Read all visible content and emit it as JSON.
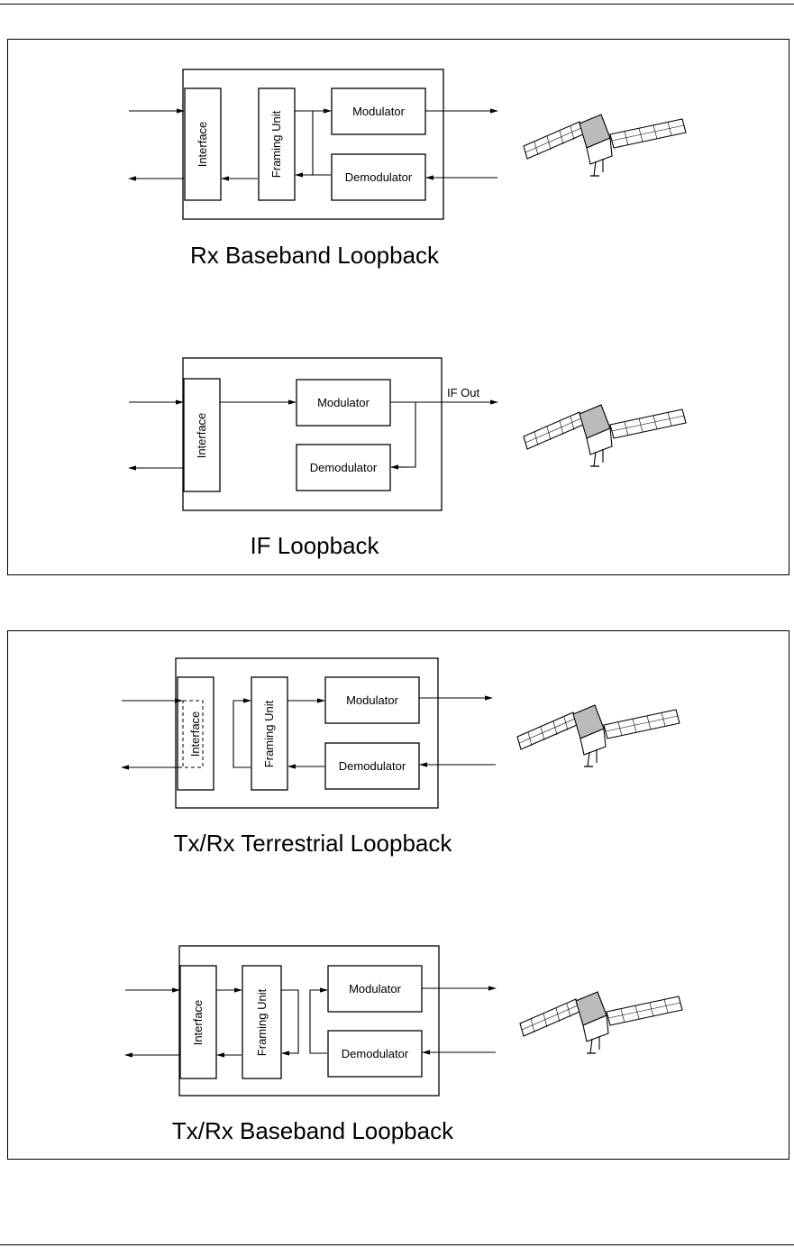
{
  "figure_top": {
    "rx_baseband": {
      "caption": "Rx Baseband Loopback",
      "interface": "Interface",
      "framing": "Framing Unit",
      "modulator": "Modulator",
      "demodulator": "Demodulator"
    },
    "if_loop": {
      "caption": "IF Loopback",
      "interface": "Interface",
      "modulator": "Modulator",
      "demodulator": "Demodulator",
      "if_out": "IF Out"
    }
  },
  "figure_bottom": {
    "terrestrial": {
      "caption": "Tx/Rx Terrestrial Loopback",
      "interface": "Interface",
      "framing": "Framing Unit",
      "modulator": "Modulator",
      "demodulator": "Demodulator"
    },
    "txrx_baseband": {
      "caption": "Tx/Rx Baseband Loopback",
      "interface": "Interface",
      "framing": "Framing Unit",
      "modulator": "Modulator",
      "demodulator": "Demodulator"
    }
  },
  "icons": {
    "satellite": "satellite-icon",
    "arrow": "arrow-head"
  }
}
